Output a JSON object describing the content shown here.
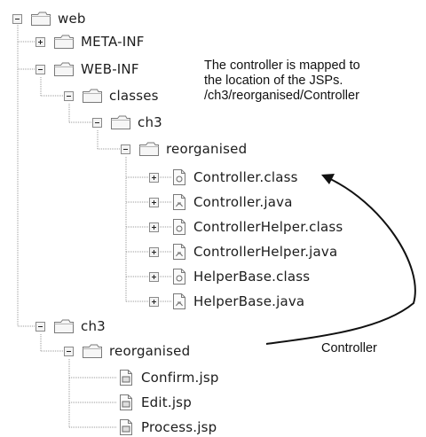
{
  "tree": {
    "nodes": [
      {
        "id": "web",
        "label": "web",
        "type": "folder",
        "toggle": "minus"
      },
      {
        "id": "meta-inf",
        "label": "META-INF",
        "type": "folder",
        "toggle": "plus"
      },
      {
        "id": "web-inf",
        "label": "WEB-INF",
        "type": "folder",
        "toggle": "minus"
      },
      {
        "id": "classes",
        "label": "classes",
        "type": "folder",
        "toggle": "minus"
      },
      {
        "id": "ch3-classes",
        "label": "ch3",
        "type": "folder",
        "toggle": "minus"
      },
      {
        "id": "reorganised-classes",
        "label": "reorganised",
        "type": "folder",
        "toggle": "minus"
      },
      {
        "id": "controller-class",
        "label": "Controller.class",
        "type": "class-file",
        "toggle": "plus"
      },
      {
        "id": "controller-java",
        "label": "Controller.java",
        "type": "java-file",
        "toggle": "plus"
      },
      {
        "id": "controllerhelper-class",
        "label": "ControllerHelper.class",
        "type": "class-file",
        "toggle": "plus"
      },
      {
        "id": "controllerhelper-java",
        "label": "ControllerHelper.java",
        "type": "java-file",
        "toggle": "plus"
      },
      {
        "id": "helperbase-class",
        "label": "HelperBase.class",
        "type": "class-file",
        "toggle": "plus"
      },
      {
        "id": "helperbase-java",
        "label": "HelperBase.java",
        "type": "java-file",
        "toggle": "plus"
      },
      {
        "id": "ch3-web",
        "label": "ch3",
        "type": "folder",
        "toggle": "minus"
      },
      {
        "id": "reorganised-web",
        "label": "reorganised",
        "type": "folder",
        "toggle": "minus"
      },
      {
        "id": "confirm-jsp",
        "label": "Confirm.jsp",
        "type": "jsp-file",
        "toggle": "none"
      },
      {
        "id": "edit-jsp",
        "label": "Edit.jsp",
        "type": "jsp-file",
        "toggle": "none"
      },
      {
        "id": "process-jsp",
        "label": "Process.jsp",
        "type": "jsp-file",
        "toggle": "none"
      }
    ]
  },
  "annotation": {
    "lines": [
      "The controller is mapped to",
      "the location of the JSPs.",
      "/ch3/reorganised/Controller"
    ],
    "arrow_label": "Controller"
  },
  "colors": {
    "tree_line": "#9a9a9a",
    "folder_fill": "#f6f6f6",
    "folder_stroke": "#7a7a7a",
    "arrow": "#111111"
  }
}
